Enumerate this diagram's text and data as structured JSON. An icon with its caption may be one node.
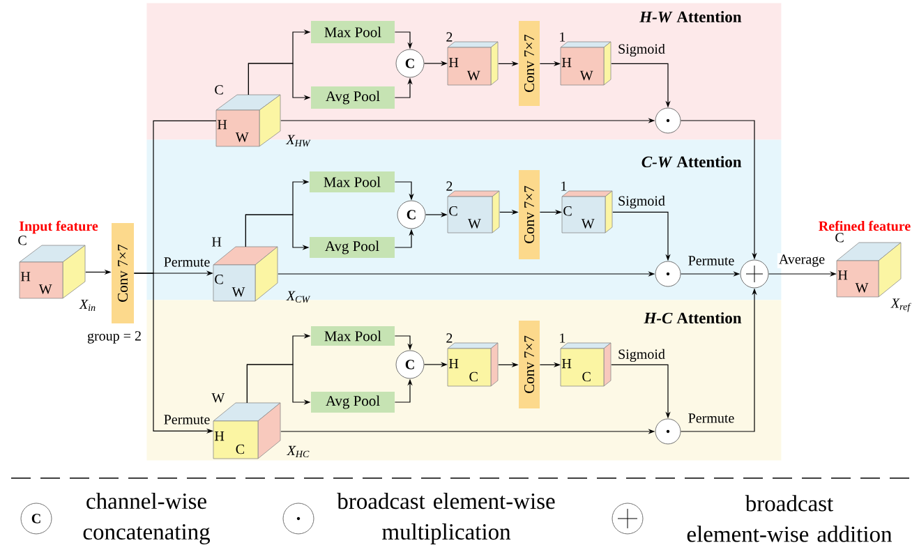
{
  "diagram": {
    "nodes": [
      {
        "text": [
          "*H-W* Attention"
        ]
      },
      {
        "text": [
          "*C-W* Attention"
        ]
      },
      {
        "text": [
          "*H-C* Attention"
        ]
      },
      {
        "text": [
          "C",
          "H",
          "W"
        ],
        "beside": [
          "Input feature",
          "X$_{in}$"
        ]
      },
      {
        "text": [
          "Conv 7×7"
        ],
        "beside": [
          "group = 2"
        ]
      },
      {
        "text": [
          "C",
          "H",
          "W"
        ],
        "beside": [
          "X$_{HW}$"
        ],
        "in": 0
      },
      {
        "text": [
          "Max Pool"
        ],
        "in": 0
      },
      {
        "text": [
          "Avg Pool"
        ],
        "in": 0
      },
      {
        "text": [
          "C"
        ],
        "in": 0
      },
      {
        "text": [
          "2",
          "H",
          "W"
        ],
        "in": 0
      },
      {
        "text": [
          "Conv 7×7"
        ],
        "in": 0
      },
      {
        "text": [
          "1",
          "H",
          "W"
        ],
        "in": 0
      },
      {
        "text": [],
        "shape": "circle",
        "in": 0
      },
      {
        "text": [
          "H",
          "C",
          "W"
        ],
        "beside": [
          "X$_{CW}$"
        ],
        "in": 1
      },
      {
        "text": [
          "Max Pool"
        ],
        "in": 1
      },
      {
        "text": [
          "Avg Pool"
        ],
        "in": 1
      },
      {
        "text": [
          "C"
        ],
        "in": 1
      },
      {
        "text": [
          "2",
          "C",
          "W"
        ],
        "in": 1
      },
      {
        "text": [
          "Conv 7×7"
        ],
        "in": 1
      },
      {
        "text": [
          "1",
          "C",
          "W"
        ],
        "in": 1
      },
      {
        "text": [],
        "shape": "circle",
        "in": 1
      },
      {
        "text": [],
        "shape": "circle",
        "in": 1
      },
      {
        "text": [
          "W",
          "H",
          "C"
        ],
        "beside": [
          "X$_{HC}$"
        ],
        "in": 2
      },
      {
        "text": [
          "Max Pool"
        ],
        "in": 2
      },
      {
        "text": [
          "Avg Pool"
        ],
        "in": 2
      },
      {
        "text": [
          "C"
        ],
        "in": 2
      },
      {
        "text": [
          "2",
          "H",
          "C"
        ],
        "in": 2
      },
      {
        "text": [
          "Conv 7×7"
        ],
        "in": 2
      },
      {
        "text": [
          "1",
          "H",
          "C"
        ],
        "in": 2
      },
      {
        "text": [],
        "shape": "circle",
        "in": 2
      },
      {
        "text": [
          "C",
          "H",
          "W"
        ],
        "beside": [
          "Refined feature",
          "X$_{ref}$"
        ]
      }
    ],
    "edges": [
      {
        "from": 3,
        "to": 4,
        "arrow": "to"
      },
      {
        "from": 4,
        "to": 5,
        "arrow": "none"
      },
      {
        "from": 4,
        "to": 13,
        "arrow": "to",
        "label": "Permute"
      },
      {
        "from": 4,
        "to": 22,
        "arrow": "to",
        "label": "Permute"
      },
      {
        "from": 5,
        "to": 6,
        "arrow": "to"
      },
      {
        "from": 5,
        "to": 7,
        "arrow": "to"
      },
      {
        "from": 6,
        "to": 8,
        "arrow": "to"
      },
      {
        "from": 7,
        "to": 8,
        "arrow": "to"
      },
      {
        "from": 8,
        "to": 9,
        "arrow": "to"
      },
      {
        "from": 9,
        "to": 10,
        "arrow": "to"
      },
      {
        "from": 10,
        "to": 11,
        "arrow": "to"
      },
      {
        "from": 11,
        "to": 12,
        "arrow": "to",
        "label": "Sigmoid"
      },
      {
        "from": 5,
        "to": 12,
        "arrow": "to"
      },
      {
        "from": 12,
        "to": 21,
        "arrow": "to"
      },
      {
        "from": 13,
        "to": 14,
        "arrow": "to"
      },
      {
        "from": 13,
        "to": 15,
        "arrow": "to"
      },
      {
        "from": 14,
        "to": 16,
        "arrow": "to"
      },
      {
        "from": 15,
        "to": 16,
        "arrow": "to"
      },
      {
        "from": 16,
        "to": 17,
        "arrow": "to"
      },
      {
        "from": 17,
        "to": 18,
        "arrow": "to"
      },
      {
        "from": 18,
        "to": 19,
        "arrow": "to"
      },
      {
        "from": 19,
        "to": 20,
        "arrow": "to",
        "label": "Sigmoid"
      },
      {
        "from": 13,
        "to": 20,
        "arrow": "to"
      },
      {
        "from": 20,
        "to": 21,
        "arrow": "to",
        "label": "Permute"
      },
      {
        "from": 22,
        "to": 23,
        "arrow": "to"
      },
      {
        "from": 22,
        "to": 24,
        "arrow": "to"
      },
      {
        "from": 23,
        "to": 25,
        "arrow": "to"
      },
      {
        "from": 24,
        "to": 25,
        "arrow": "to"
      },
      {
        "from": 25,
        "to": 26,
        "arrow": "to"
      },
      {
        "from": 26,
        "to": 27,
        "arrow": "to"
      },
      {
        "from": 27,
        "to": 28,
        "arrow": "to"
      },
      {
        "from": 28,
        "to": 29,
        "arrow": "to",
        "label": "Sigmoid"
      },
      {
        "from": 22,
        "to": 29,
        "arrow": "to"
      },
      {
        "from": 29,
        "to": 21,
        "arrow": "to",
        "label": "Permute"
      },
      {
        "from": 21,
        "to": 30,
        "arrow": "to",
        "label": "Average"
      }
    ],
    "labels": [
      "C"
    ],
    "legend": [
      {
        "text": "channel-wise concatenating"
      },
      {
        "text": "broadcast element-wise multiplication"
      },
      {
        "text": "broadcast element-wise addition"
      }
    ]
  }
}
